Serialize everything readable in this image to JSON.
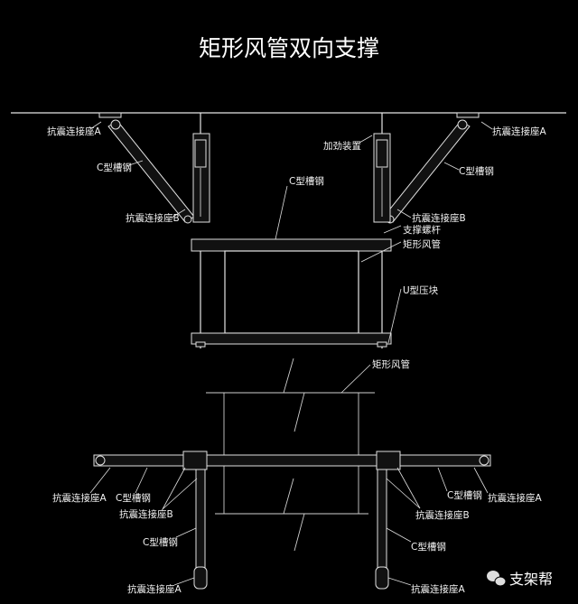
{
  "title": "矩形风管双向支撑",
  "elevation": {
    "labels": {
      "seat_a_left": "抗震连接座A",
      "seat_a_right": "抗震连接座A",
      "stiffener": "加劲装置",
      "channel_left": "C型槽钢",
      "channel_right": "C型槽钢",
      "channel_center": "C型槽钢",
      "seat_b_left": "抗震连接座B",
      "seat_b_right": "抗震连接座B",
      "rod": "支撑螺杆",
      "duct": "矩形风管",
      "u_clamp": "U型压块"
    }
  },
  "plan": {
    "labels": {
      "duct": "矩形风管",
      "seat_a_left": "抗震连接座A",
      "channel_left": "C型槽钢",
      "seat_b_left": "抗震连接座B",
      "channel_left_vertical": "C型槽钢",
      "seat_a_left_bottom": "抗震连接座A",
      "seat_b_right": "抗震连接座B",
      "channel_right": "C型槽钢",
      "seat_a_right": "抗震连接座A",
      "channel_right_vertical": "C型槽钢",
      "seat_a_right_bottom": "抗震连接座A"
    }
  },
  "watermark": {
    "icon": "wechat-icon",
    "text": "支架帮"
  }
}
